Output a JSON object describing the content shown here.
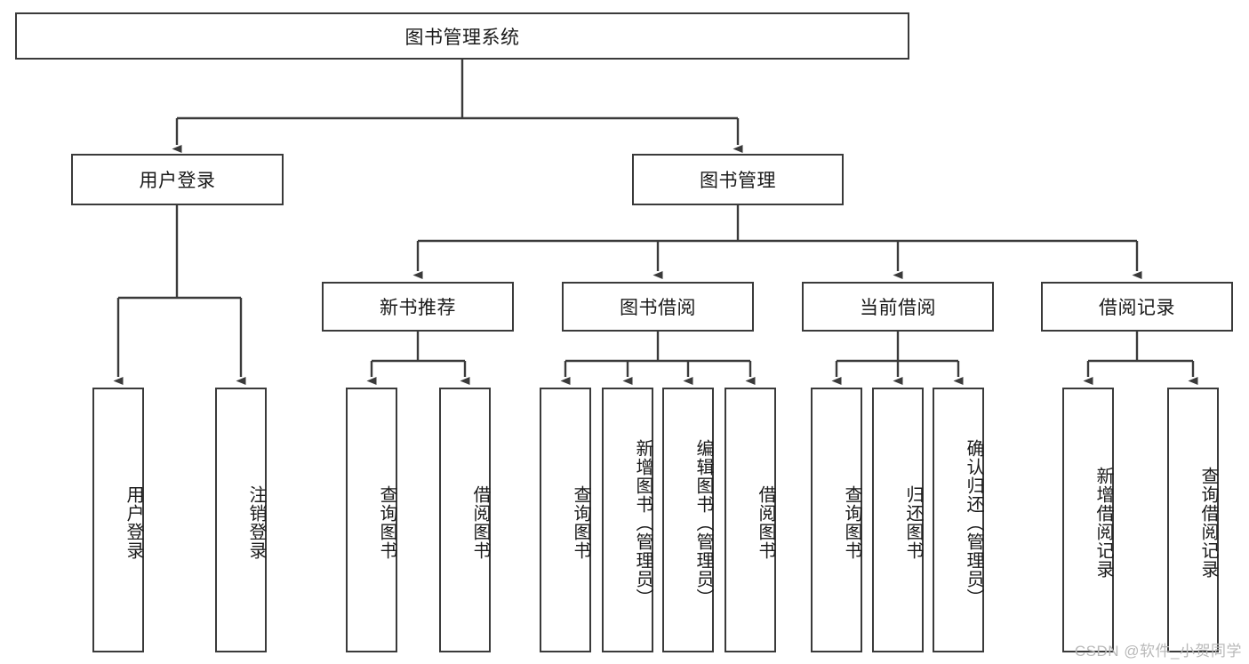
{
  "diagram": {
    "title": "图书管理系统",
    "stroke_color": "#3a3a3a",
    "text_color": "#1a1a1a",
    "background": "#ffffff",
    "root": {
      "label": "图书管理系统"
    },
    "level2": [
      {
        "label": "用户登录"
      },
      {
        "label": "图书管理"
      }
    ],
    "level3": [
      {
        "label": "新书推荐"
      },
      {
        "label": "图书借阅"
      },
      {
        "label": "当前借阅"
      },
      {
        "label": "借阅记录"
      }
    ],
    "leaves_user_login": [
      {
        "label": "用户登录"
      },
      {
        "label": "注销登录"
      }
    ],
    "leaves_new_book": [
      {
        "label": "查询图书"
      },
      {
        "label": "借阅图书"
      }
    ],
    "leaves_borrow": [
      {
        "label": "查询图书"
      },
      {
        "label": "新增图书（管理员）"
      },
      {
        "label": "编辑图书（管理员）"
      },
      {
        "label": "借阅图书"
      }
    ],
    "leaves_current": [
      {
        "label": "查询图书"
      },
      {
        "label": "归还图书"
      },
      {
        "label": "确认归还（管理员）"
      }
    ],
    "leaves_record": [
      {
        "label": "新增借阅记录"
      },
      {
        "label": "查询借阅记录"
      }
    ]
  },
  "watermark": {
    "text": "CSDN @软件_小贺同学",
    "color": "#b9b9b9"
  }
}
